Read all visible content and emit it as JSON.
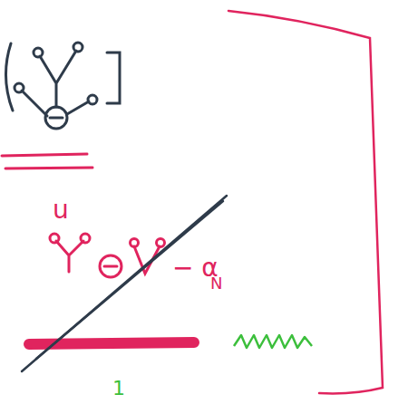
{
  "diagram": {
    "labels": [
      "u",
      "− α",
      "N",
      "1"
    ]
  }
}
